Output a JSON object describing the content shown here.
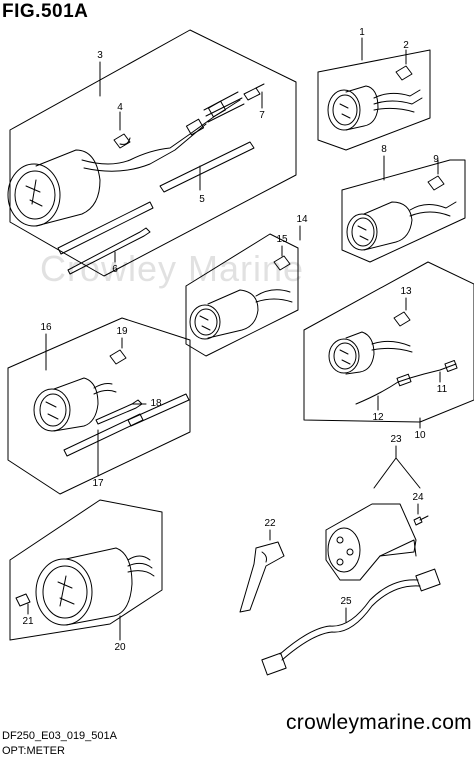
{
  "diagram": {
    "title": "FIG.501A",
    "code": "DF250_E03_019_501A",
    "subtitle": "OPT:METER",
    "brand": "crowleymarine.com",
    "watermark": "Crowley Marine",
    "callouts": {
      "c1": "1",
      "c2": "2",
      "c3": "3",
      "c4": "4",
      "c5": "5",
      "c6": "6",
      "c7": "7",
      "c8": "8",
      "c9": "9",
      "c10": "10",
      "c11": "11",
      "c12": "12",
      "c13": "13",
      "c14": "14",
      "c15": "15",
      "c16": "16",
      "c17": "17",
      "c18": "18",
      "c19": "19",
      "c20": "20",
      "c21": "21",
      "c22": "22",
      "c23": "23",
      "c24": "24",
      "c25": "25"
    }
  },
  "colors": {
    "ink": "#000000",
    "watermark": "#c9c9c9"
  }
}
